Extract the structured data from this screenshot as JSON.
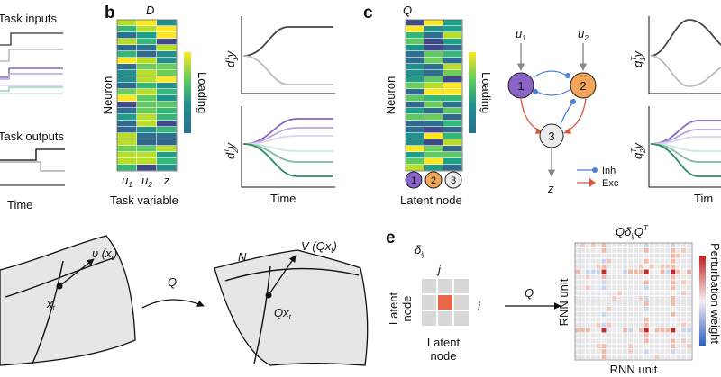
{
  "panel_labels": {
    "b": "b",
    "c": "c",
    "e": "e"
  },
  "panel_a": {
    "task_inputs": "Task inputs",
    "task_outputs": "Task outputs",
    "time": "Time"
  },
  "panel_b": {
    "heatmap_title": "D",
    "ylabel": "Neuron",
    "xticks": [
      "u1",
      "u2",
      "z"
    ],
    "xlabel": "Task variable",
    "colorbar_label": "Loading",
    "top_plot_ylabel": "d1ᵀy",
    "bottom_plot_ylabel": "d2ᵀy",
    "xlabel_plot": "Time"
  },
  "panel_c": {
    "heatmap_title": "Q",
    "ylabel": "Neuron",
    "nodes": [
      "1",
      "2",
      "3"
    ],
    "xlabel": "Latent node",
    "colorbar_label": "Loading",
    "inputs": [
      "u1",
      "u2"
    ],
    "output": "z",
    "legend": {
      "inh": "Inh",
      "exc": "Exc"
    },
    "top_plot_ylabel": "q1ᵀy",
    "bottom_plot_ylabel": "q2ᵀy",
    "xlabel_plot_partial": "Tim"
  },
  "panel_d": {
    "left_vector": "υ (xt)",
    "left_point": "xt",
    "map_label": "Q",
    "manifold": "N",
    "right_vector": "V (Qxt)",
    "right_point": "Qxt"
  },
  "panel_e": {
    "delta": "δij",
    "j": "j",
    "i": "i",
    "latent_node_y": "Latent node",
    "latent_node_x": "Latent node",
    "map_label": "Q",
    "perturb_title": "Qδij Qᵀ",
    "rnn_unit_y": "RNN unit",
    "rnn_unit_x": "RNN unit",
    "colorbar_label": "Perturbation weight"
  },
  "colors": {
    "purple": "#8a63c7",
    "orange": "#f2a65a",
    "gray_node": "#ececec",
    "inh": "#4a80d8",
    "exc": "#e0553a",
    "green_dark": "#2d8a5f"
  }
}
